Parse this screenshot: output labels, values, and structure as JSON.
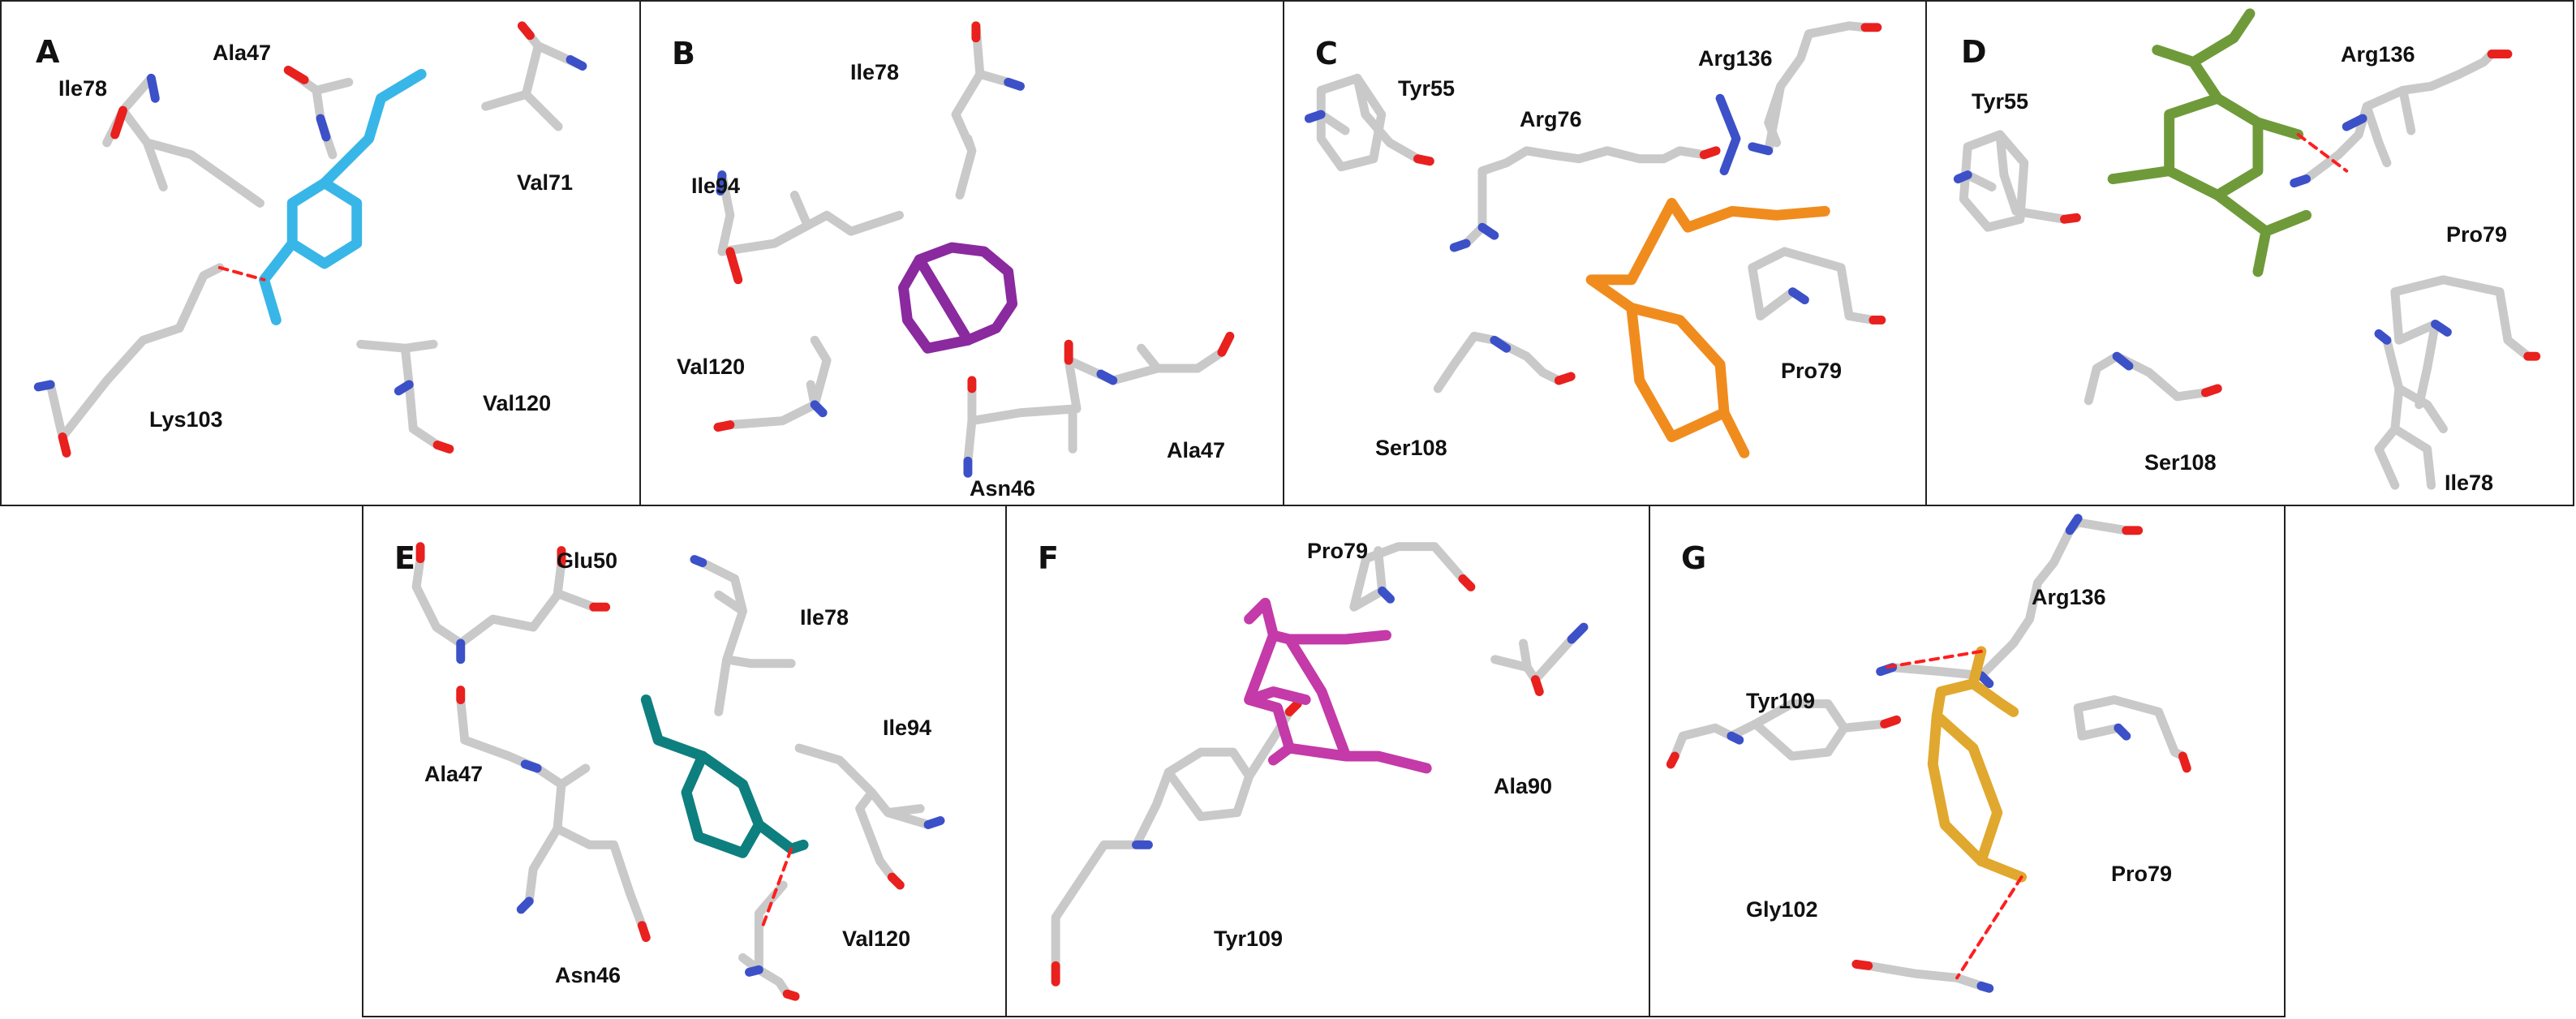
{
  "colors": {
    "carbon": "#c9c9c9",
    "carbon_edge": "#8f8f8f",
    "oxygen": "#e8201e",
    "nitrogen": "#3c50c8",
    "hbond": "#ff1e1e",
    "ligand_A": "#38b6e8",
    "ligand_B": "#8a2a9e",
    "ligand_C": "#f08c1e",
    "ligand_D": "#6f9a3a",
    "ligand_E": "#0e7f7f",
    "ligand_F": "#c43aa8",
    "ligand_G": "#e0a82e"
  },
  "panels": {
    "A": {
      "label": "A",
      "residues": [
        "Ile78",
        "Ala47",
        "Val71",
        "Lys103",
        "Val120"
      ]
    },
    "B": {
      "label": "B",
      "residues": [
        "Ile78",
        "Ile94",
        "Val120",
        "Asn46",
        "Ala47"
      ]
    },
    "C": {
      "label": "C",
      "residues": [
        "Tyr55",
        "Arg136",
        "Arg76",
        "Pro79",
        "Ser108"
      ]
    },
    "D": {
      "label": "D",
      "residues": [
        "Tyr55",
        "Arg136",
        "Pro79",
        "Ser108",
        "Ile78"
      ]
    },
    "E": {
      "label": "E",
      "residues": [
        "Glu50",
        "Ile78",
        "Ile94",
        "Ala47",
        "Asn46",
        "Val120"
      ]
    },
    "F": {
      "label": "F",
      "residues": [
        "Pro79",
        "Ala90",
        "Tyr109"
      ]
    },
    "G": {
      "label": "G",
      "residues": [
        "Arg136",
        "Tyr109",
        "Pro79",
        "Gly102"
      ]
    }
  }
}
